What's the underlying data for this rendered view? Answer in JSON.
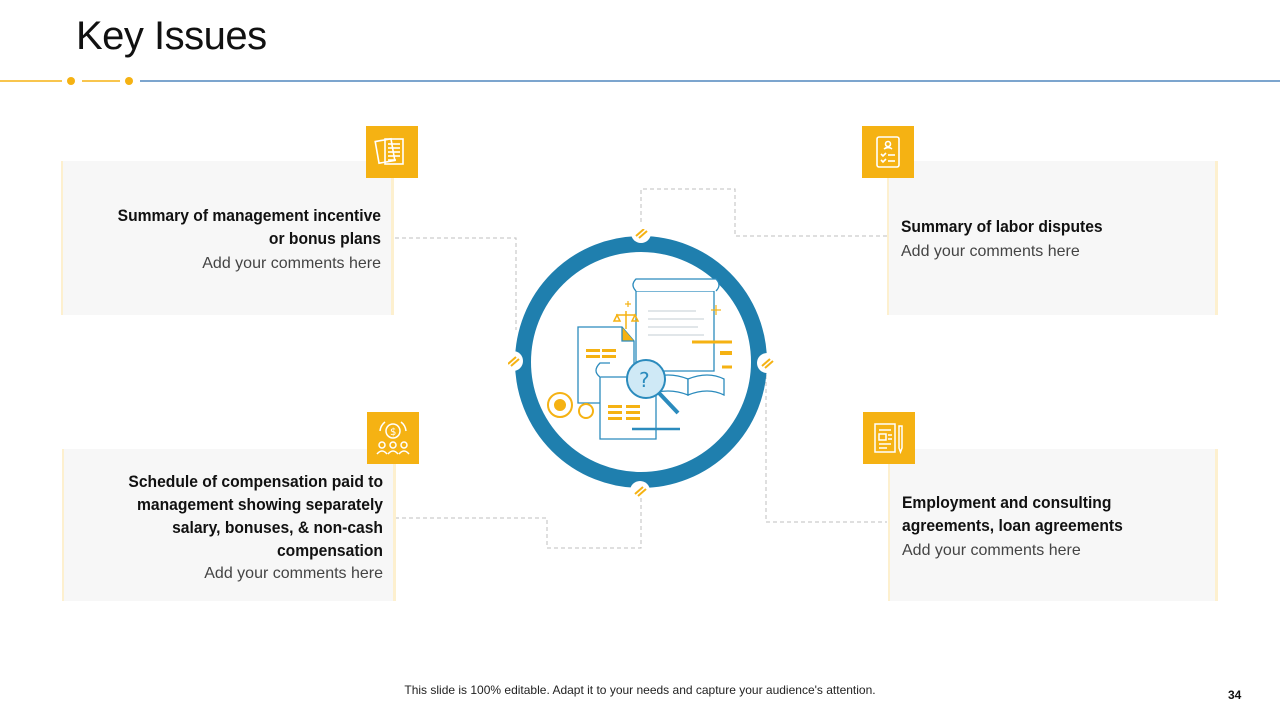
{
  "slide": {
    "title": "Key Issues",
    "footer_note": "This slide is 100% editable. Adapt it to your needs and capture your audience's attention.",
    "page_number": "34"
  },
  "colors": {
    "accent_yellow": "#f5b213",
    "ring_blue": "#1f7fae",
    "divider_blue": "#2e6fb0",
    "card_bg": "#f7f7f7"
  },
  "cards": [
    {
      "title_lines": [
        "Summary of management incentive",
        "or bonus plans"
      ],
      "comment": "Add your comments here",
      "icon": "documents-icon"
    },
    {
      "title_lines": [
        "Summary of labor disputes"
      ],
      "comment": "Add your comments here",
      "icon": "checklist-clipboard-icon"
    },
    {
      "title_lines": [
        "Schedule of compensation paid to",
        "management showing separately",
        "salary, bonuses, & non-cash",
        "compensation"
      ],
      "comment": "Add your comments here",
      "icon": "compensation-people-icon"
    },
    {
      "title_lines": [
        "Employment and consulting",
        "agreements, loan agreements"
      ],
      "comment": "Add your comments here",
      "icon": "contract-document-icon"
    }
  ],
  "center_illustration": "legal-documents-magnifier-icon"
}
